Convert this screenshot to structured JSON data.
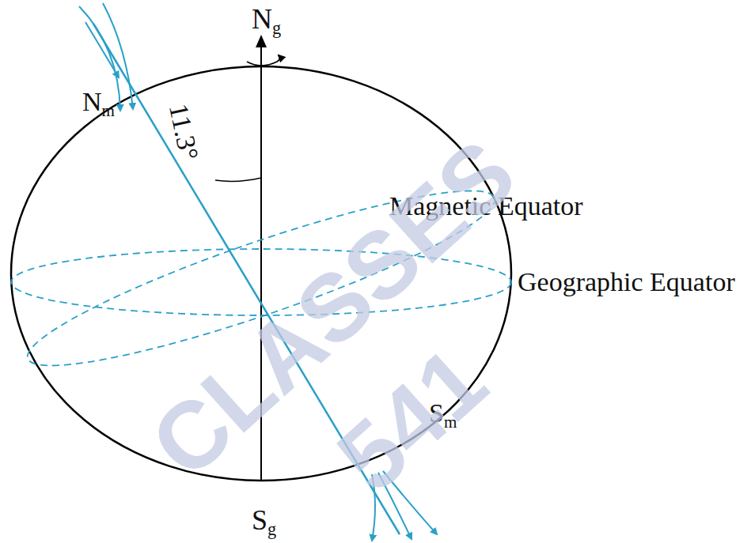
{
  "diagram": {
    "labels": [
      "Ng",
      "Nm",
      "11.3°",
      "Magnetic Equator",
      "Geographic Equator",
      "Sm",
      "Sg",
      "CLASSES",
      "541"
    ]
  }
}
